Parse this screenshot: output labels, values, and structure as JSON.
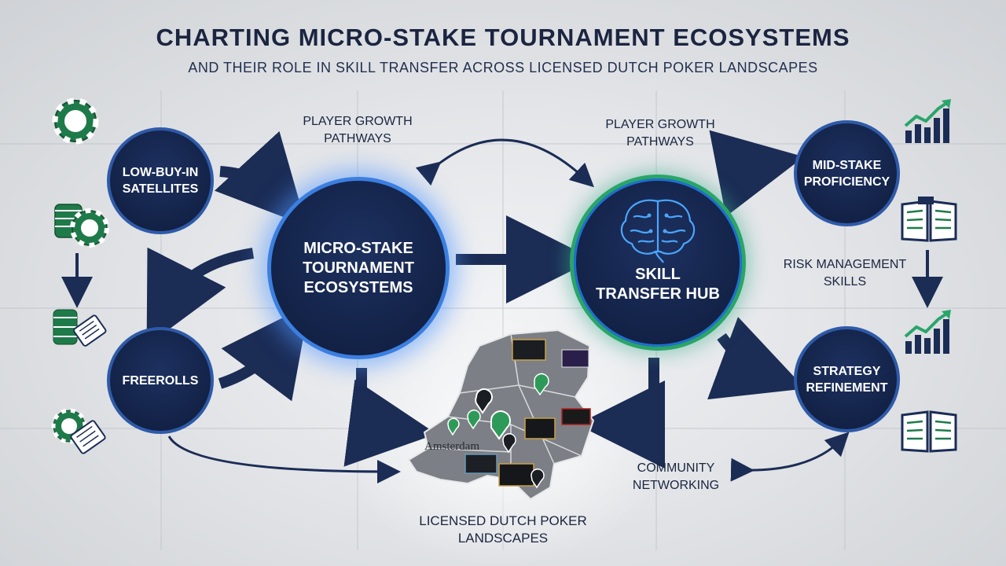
{
  "header": {
    "title": "CHARTING MICRO-STAKE TOURNAMENT ECOSYSTEMS",
    "subtitle": "AND THEIR ROLE IN SKILL TRANSFER ACROSS LICENSED DUTCH POKER LANDSCAPES"
  },
  "nodes": {
    "satellites": "LOW-BUY-IN SATELLITES",
    "freerolls": "FREEROLLS",
    "ecosystems": "MICRO-STAKE TOURNAMENT ECOSYSTEMS",
    "hub": "SKILL TRANSFER HUB",
    "mid_stake": "MID-STAKE PROFICIENCY",
    "strategy": "STRATEGY REFINEMENT"
  },
  "labels": {
    "growth_left": "PLAYER GROWTH PATHWAYS",
    "growth_right": "PLAYER GROWTH PATHWAYS",
    "risk": "RISK MANAGEMENT SKILLS",
    "community": "COMMUNITY NETWORKING",
    "dutch": "LICENSED DUTCH POKER LANDSCAPES",
    "map_city": "Amsterdam"
  },
  "colors": {
    "node_fill": "#14244a",
    "arrow": "#1b2c55",
    "glow": "#3b7fe0",
    "chip_green": "#1f7a4a"
  },
  "icons": [
    "poker-chip-icon",
    "chip-stack-icon",
    "ticket-icon",
    "growth-chart-icon",
    "open-book-icon",
    "brain-icon",
    "map-pin-icon"
  ]
}
